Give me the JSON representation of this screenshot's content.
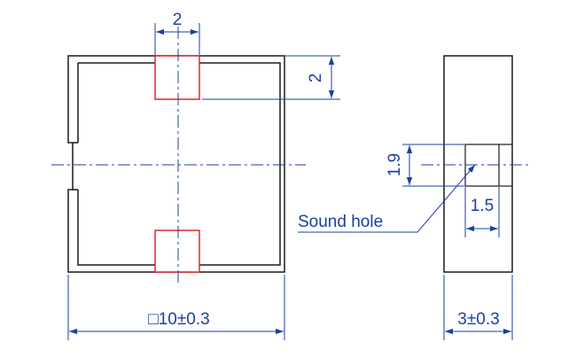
{
  "colors": {
    "body_outline": "#1a1a1a",
    "dimension": "#1a3fa0",
    "center_line": "#1a3fa0",
    "pad": "#e0262f",
    "background": "#ffffff"
  },
  "front_view": {
    "pad_width_label": "2",
    "pad_height_label": "2",
    "overall_size_label": "□10±0.3",
    "sound_hole_label": "Sound hole"
  },
  "side_view": {
    "hole_height_label": "1.9",
    "hole_width_label": "1.5",
    "thickness_label": "3±0.3"
  }
}
